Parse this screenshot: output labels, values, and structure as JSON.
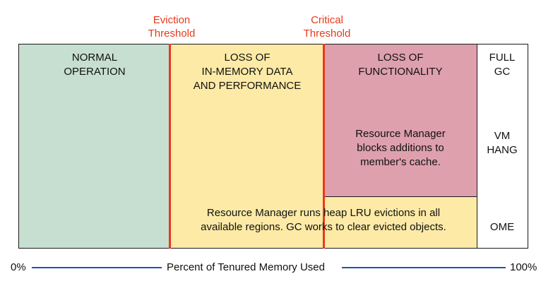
{
  "thresholds": {
    "eviction": "Eviction\nThreshold",
    "critical": "Critical\nThreshold"
  },
  "zones": {
    "normal": "NORMAL\nOPERATION",
    "loss_data": "LOSS OF\nIN-MEMORY DATA\nAND PERFORMANCE",
    "loss_function": "LOSS OF\nFUNCTIONALITY",
    "blocks_note": "Resource Manager\nblocks additions to\nmember's cache.",
    "evictions_note": "Resource Manager runs heap LRU evictions in all\navailable regions. GC works to clear evicted objects.",
    "full_gc": "FULL\nGC",
    "vm_hang": "VM\nHANG",
    "ome": "OME"
  },
  "axis": {
    "start": "0%",
    "label": "Percent of Tenured Memory Used",
    "end": "100%"
  },
  "colors": {
    "normal_fill": "#c7dfd1",
    "loss_data_fill": "#fdeaa6",
    "loss_function_fill": "#dea0ad",
    "threshold_red": "#e8391d",
    "axis_blue": "#2a4fb5"
  }
}
